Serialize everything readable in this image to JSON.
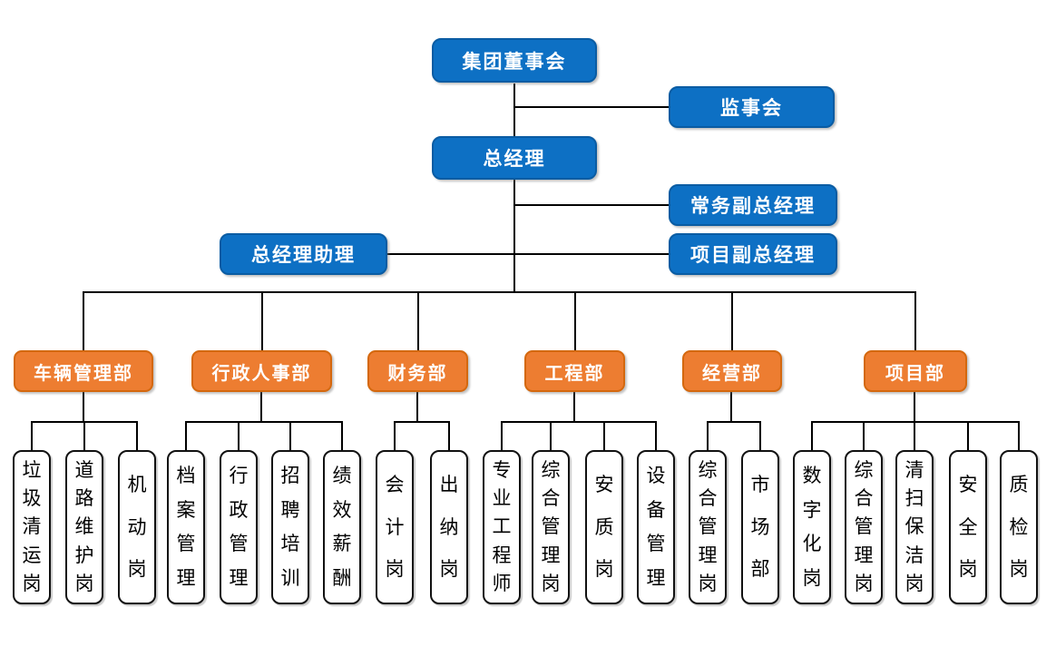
{
  "colors": {
    "node_blue": "#0d70c4",
    "node_blue_border": "#0a5ca3",
    "node_orange": "#ed7d31",
    "node_orange_border": "#d4680e",
    "connector": "#000000",
    "position_box_border": "#111111"
  },
  "nodes": {
    "board": "集团董事会",
    "supervisory": "监事会",
    "gm": "总经理",
    "exec_deputy_gm": "常务副总经理",
    "gm_assistant": "总经理助理",
    "project_deputy_gm": "项目副总经理"
  },
  "departments": [
    {
      "label": "车辆管理部",
      "children": [
        "垃圾清运岗",
        "道路维护岗",
        "机动岗"
      ]
    },
    {
      "label": "行政人事部",
      "children": [
        "档案管理",
        "行政管理",
        "招聘培训",
        "绩效薪酬"
      ]
    },
    {
      "label": "财务部",
      "children": [
        "会计岗",
        "出纳岗"
      ]
    },
    {
      "label": "工程部",
      "children": [
        "专业工程师",
        "综合管理岗",
        "安质岗",
        "设备管理"
      ]
    },
    {
      "label": "经营部",
      "children": [
        "综合管理岗",
        "市场部"
      ]
    },
    {
      "label": "项目部",
      "children": [
        "数字化岗",
        "综合管理岗",
        "清扫保洁岗",
        "安全岗",
        "质检岗"
      ]
    }
  ]
}
